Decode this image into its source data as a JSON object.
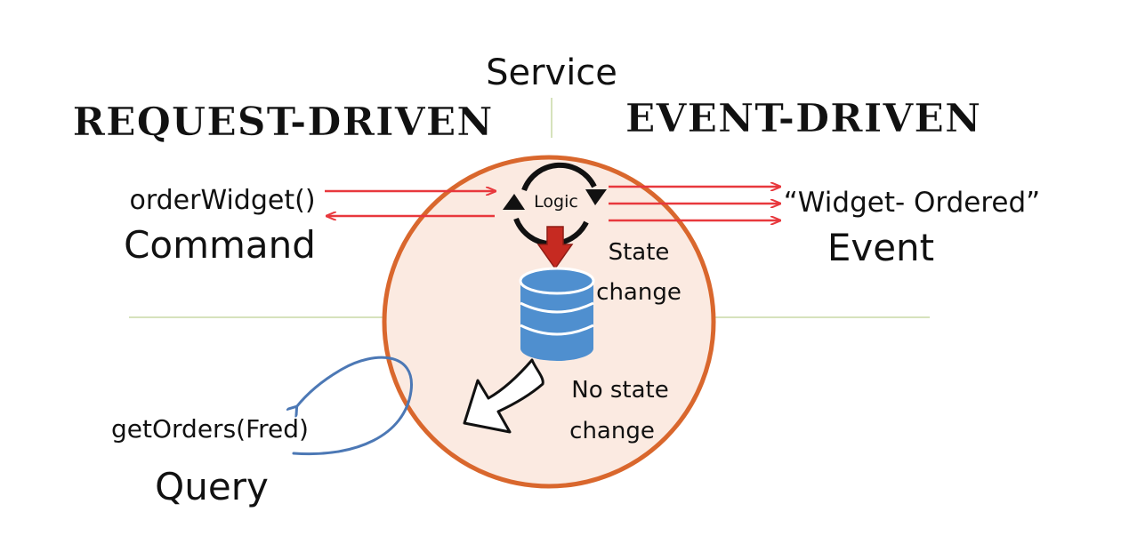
{
  "service_label": "Service",
  "headings": {
    "left": "REQUEST-DRIVEN",
    "right": "EVENT-DRIVEN"
  },
  "command": {
    "call": "orderWidget()",
    "label": "Command"
  },
  "event": {
    "name": "“Widget- Ordered”",
    "label": "Event"
  },
  "query": {
    "call": "getOrders(Fred)",
    "label": "Query"
  },
  "service_internals": {
    "logic_label": "Logic",
    "state_change": [
      "State",
      "change"
    ],
    "no_state_change": [
      "No state",
      "change"
    ]
  },
  "icons": {
    "cycle": "cycle-arrows-icon",
    "down": "red-down-arrow-icon",
    "database": "database-icon",
    "curved": "curved-arrow-icon",
    "query_loop": "query-loop-arrow-icon"
  },
  "colors": {
    "circle_fill": "#fbeae1",
    "circle_stroke": "#d9672d",
    "arrow_red": "#e8383d",
    "database_blue": "#4f8fcf",
    "query_blue": "#4c78b5",
    "divider": "#c9d8a6"
  }
}
